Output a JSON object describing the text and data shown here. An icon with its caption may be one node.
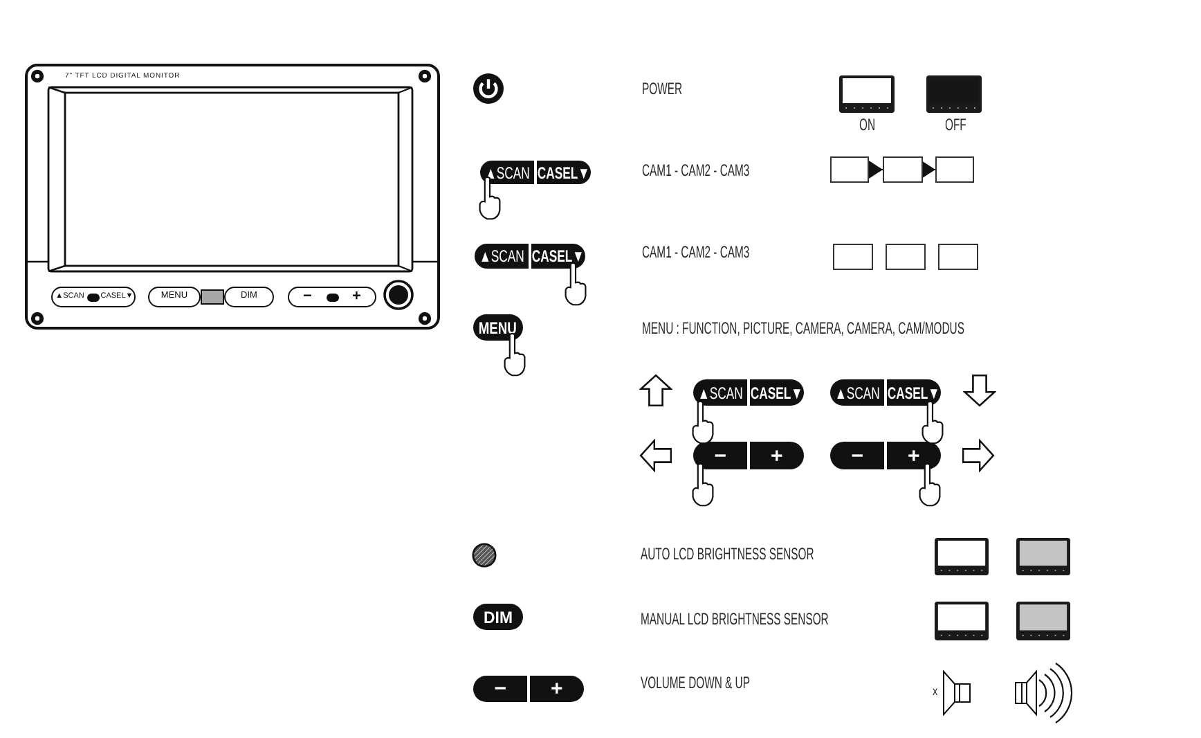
{
  "diagram": {
    "nodes": [
      {
        "text": [
          "7\" TFT LCD DIGITAL MONITOR"
        ]
      },
      {
        "text": [
          "▲SCAN",
          "CASEL▼"
        ],
        "in": 0
      },
      {
        "text": [
          "MENU"
        ],
        "in": 0
      },
      {
        "text": [
          "DIM"
        ],
        "in": 0
      },
      {
        "text": [
          "−",
          "+"
        ],
        "in": 0
      },
      {
        "text": [
          "▲SCAN",
          "CASEL▼"
        ]
      },
      {
        "text": [],
        "shape": "box"
      },
      {
        "text": [],
        "shape": "box"
      },
      {
        "text": [],
        "shape": "box"
      },
      {
        "text": [
          "▲SCAN",
          "CASEL▼"
        ]
      },
      {
        "text": [],
        "shape": "box"
      },
      {
        "text": [],
        "shape": "box"
      },
      {
        "text": [],
        "shape": "box"
      },
      {
        "text": [
          "MENU"
        ]
      },
      {
        "text": [
          "▲SCAN",
          "CASEL▼"
        ]
      },
      {
        "text": [
          "▲SCAN",
          "CASEL▼"
        ]
      },
      {
        "text": [
          "−",
          "+"
        ]
      },
      {
        "text": [
          "−",
          "+"
        ]
      },
      {
        "text": [
          "DIM"
        ]
      },
      {
        "text": [
          "−",
          "+"
        ]
      }
    ],
    "edges": [
      {
        "from": 6,
        "to": 7,
        "arrow": "to"
      },
      {
        "from": 7,
        "to": 8,
        "arrow": "to"
      }
    ],
    "labels": [
      "POWER",
      "ON",
      "OFF",
      "CAM1 - CAM2 - CAM3",
      "CAM1 - CAM2 - CAM3",
      "MENU : FUNCTION, PICTURE, CAMERA, CAMERA, CAM/MODUS",
      "AUTO LCD BRIGHTNESS SENSOR",
      "MANUAL LCD BRIGHTNESS SENSOR",
      "VOLUME DOWN & UP",
      "x"
    ]
  }
}
